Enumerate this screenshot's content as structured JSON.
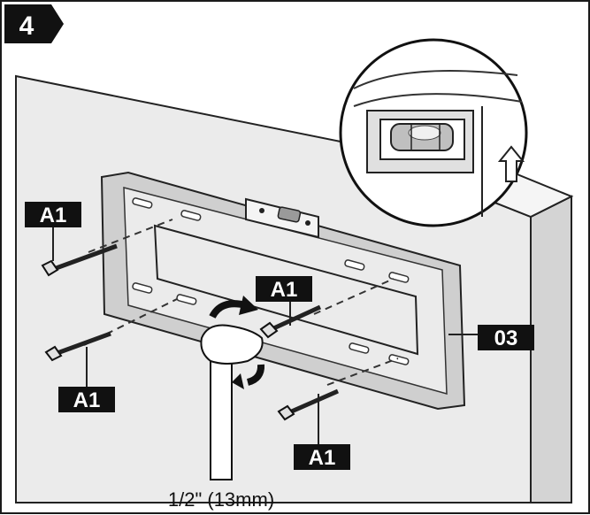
{
  "step": {
    "number": "4"
  },
  "callouts": {
    "screw_top_left": "A1",
    "screw_center": "A1",
    "screw_bottom_left": "A1",
    "screw_bottom_right": "A1",
    "wall_plate": "03"
  },
  "tool": {
    "size_label": "1/2\" (13mm)"
  },
  "icons": {
    "level": "bubble-level-icon",
    "rotate": "clockwise-rotation-arrow-icon",
    "up": "up-arrow-icon",
    "wrench": "socket-wrench-icon"
  },
  "colors": {
    "ink": "#1a1a1a",
    "wall": "#e9e9e9",
    "wall_side": "#d2d2d2",
    "plate": "#c7c7c7",
    "label_bg": "#111111",
    "label_text": "#ffffff"
  }
}
